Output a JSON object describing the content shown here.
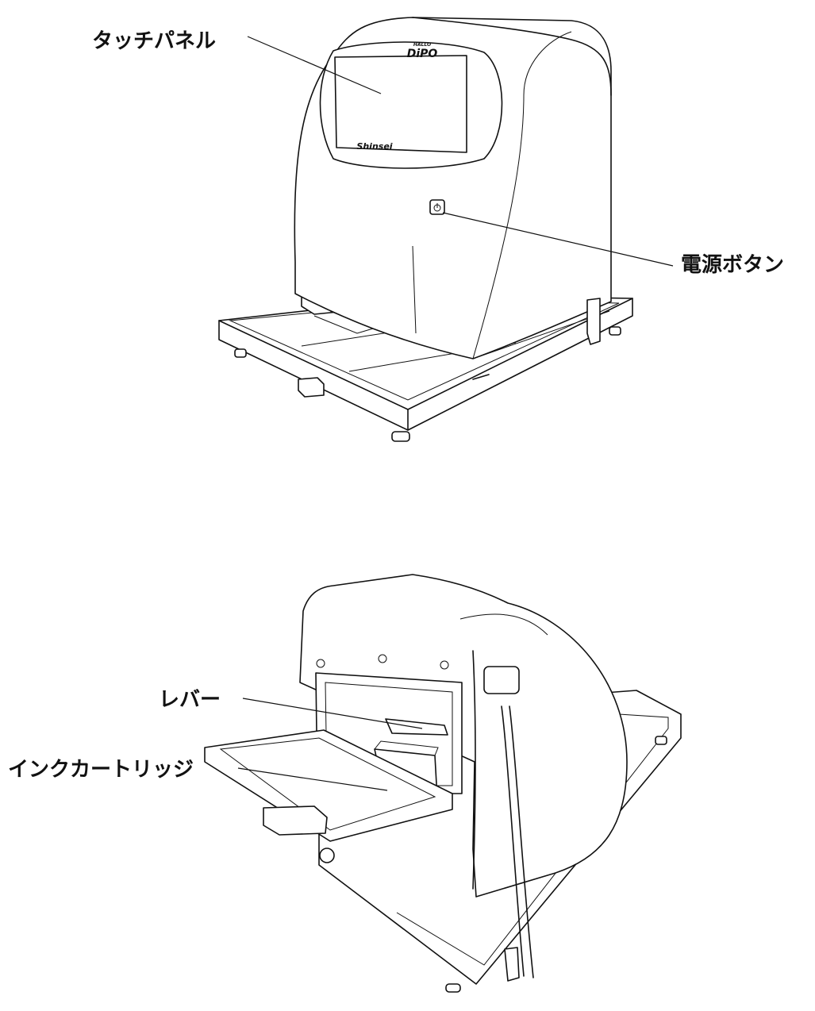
{
  "labels": {
    "touch_panel": "タッチパネル",
    "power_button": "電源ボタン",
    "lever": "レバー",
    "ink_cartridge": "インクカートリッジ"
  },
  "device": {
    "brand_top": "HALLO",
    "brand_model": "DiPO",
    "brand_maker": "Shinsei"
  }
}
